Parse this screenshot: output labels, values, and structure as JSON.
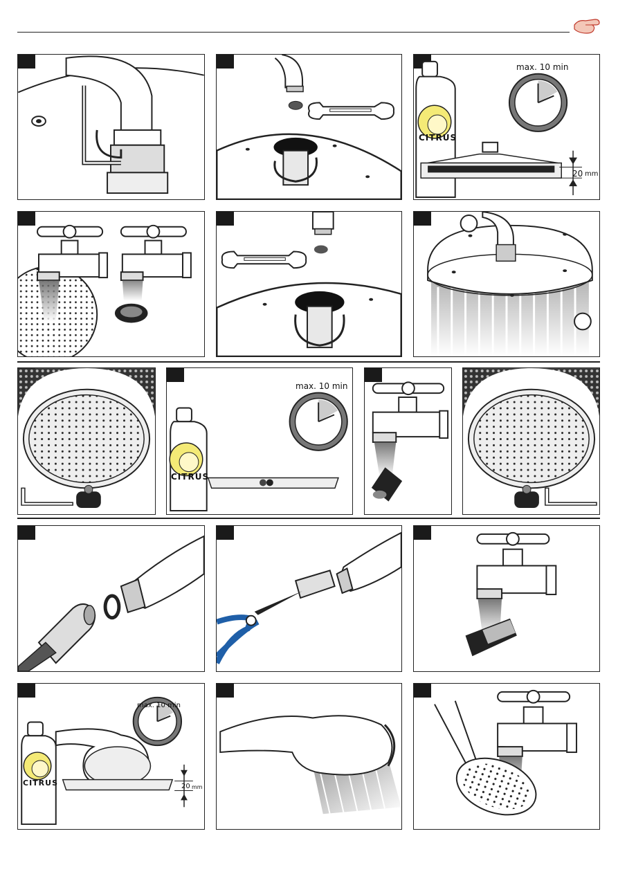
{
  "icons": {
    "header": "hand-warning-icon",
    "clock": "clock-icon",
    "bottle": "citrus-bottle-icon",
    "tap": "faucet-icon",
    "wrench": "wrench-icon",
    "allen_key": "allen-key-icon",
    "pliers": "pliers-icon"
  },
  "panels": {
    "p3": {
      "time": "max. 10 min",
      "depth": "20",
      "unit": "mm",
      "bottle": "CITRUS"
    },
    "p8": {
      "time": "max. 10 min",
      "bottle": "CITRUS"
    },
    "p13": {
      "time": "max. 10 min",
      "depth": "20",
      "unit": "mm",
      "bottle": "CITRUS"
    }
  }
}
